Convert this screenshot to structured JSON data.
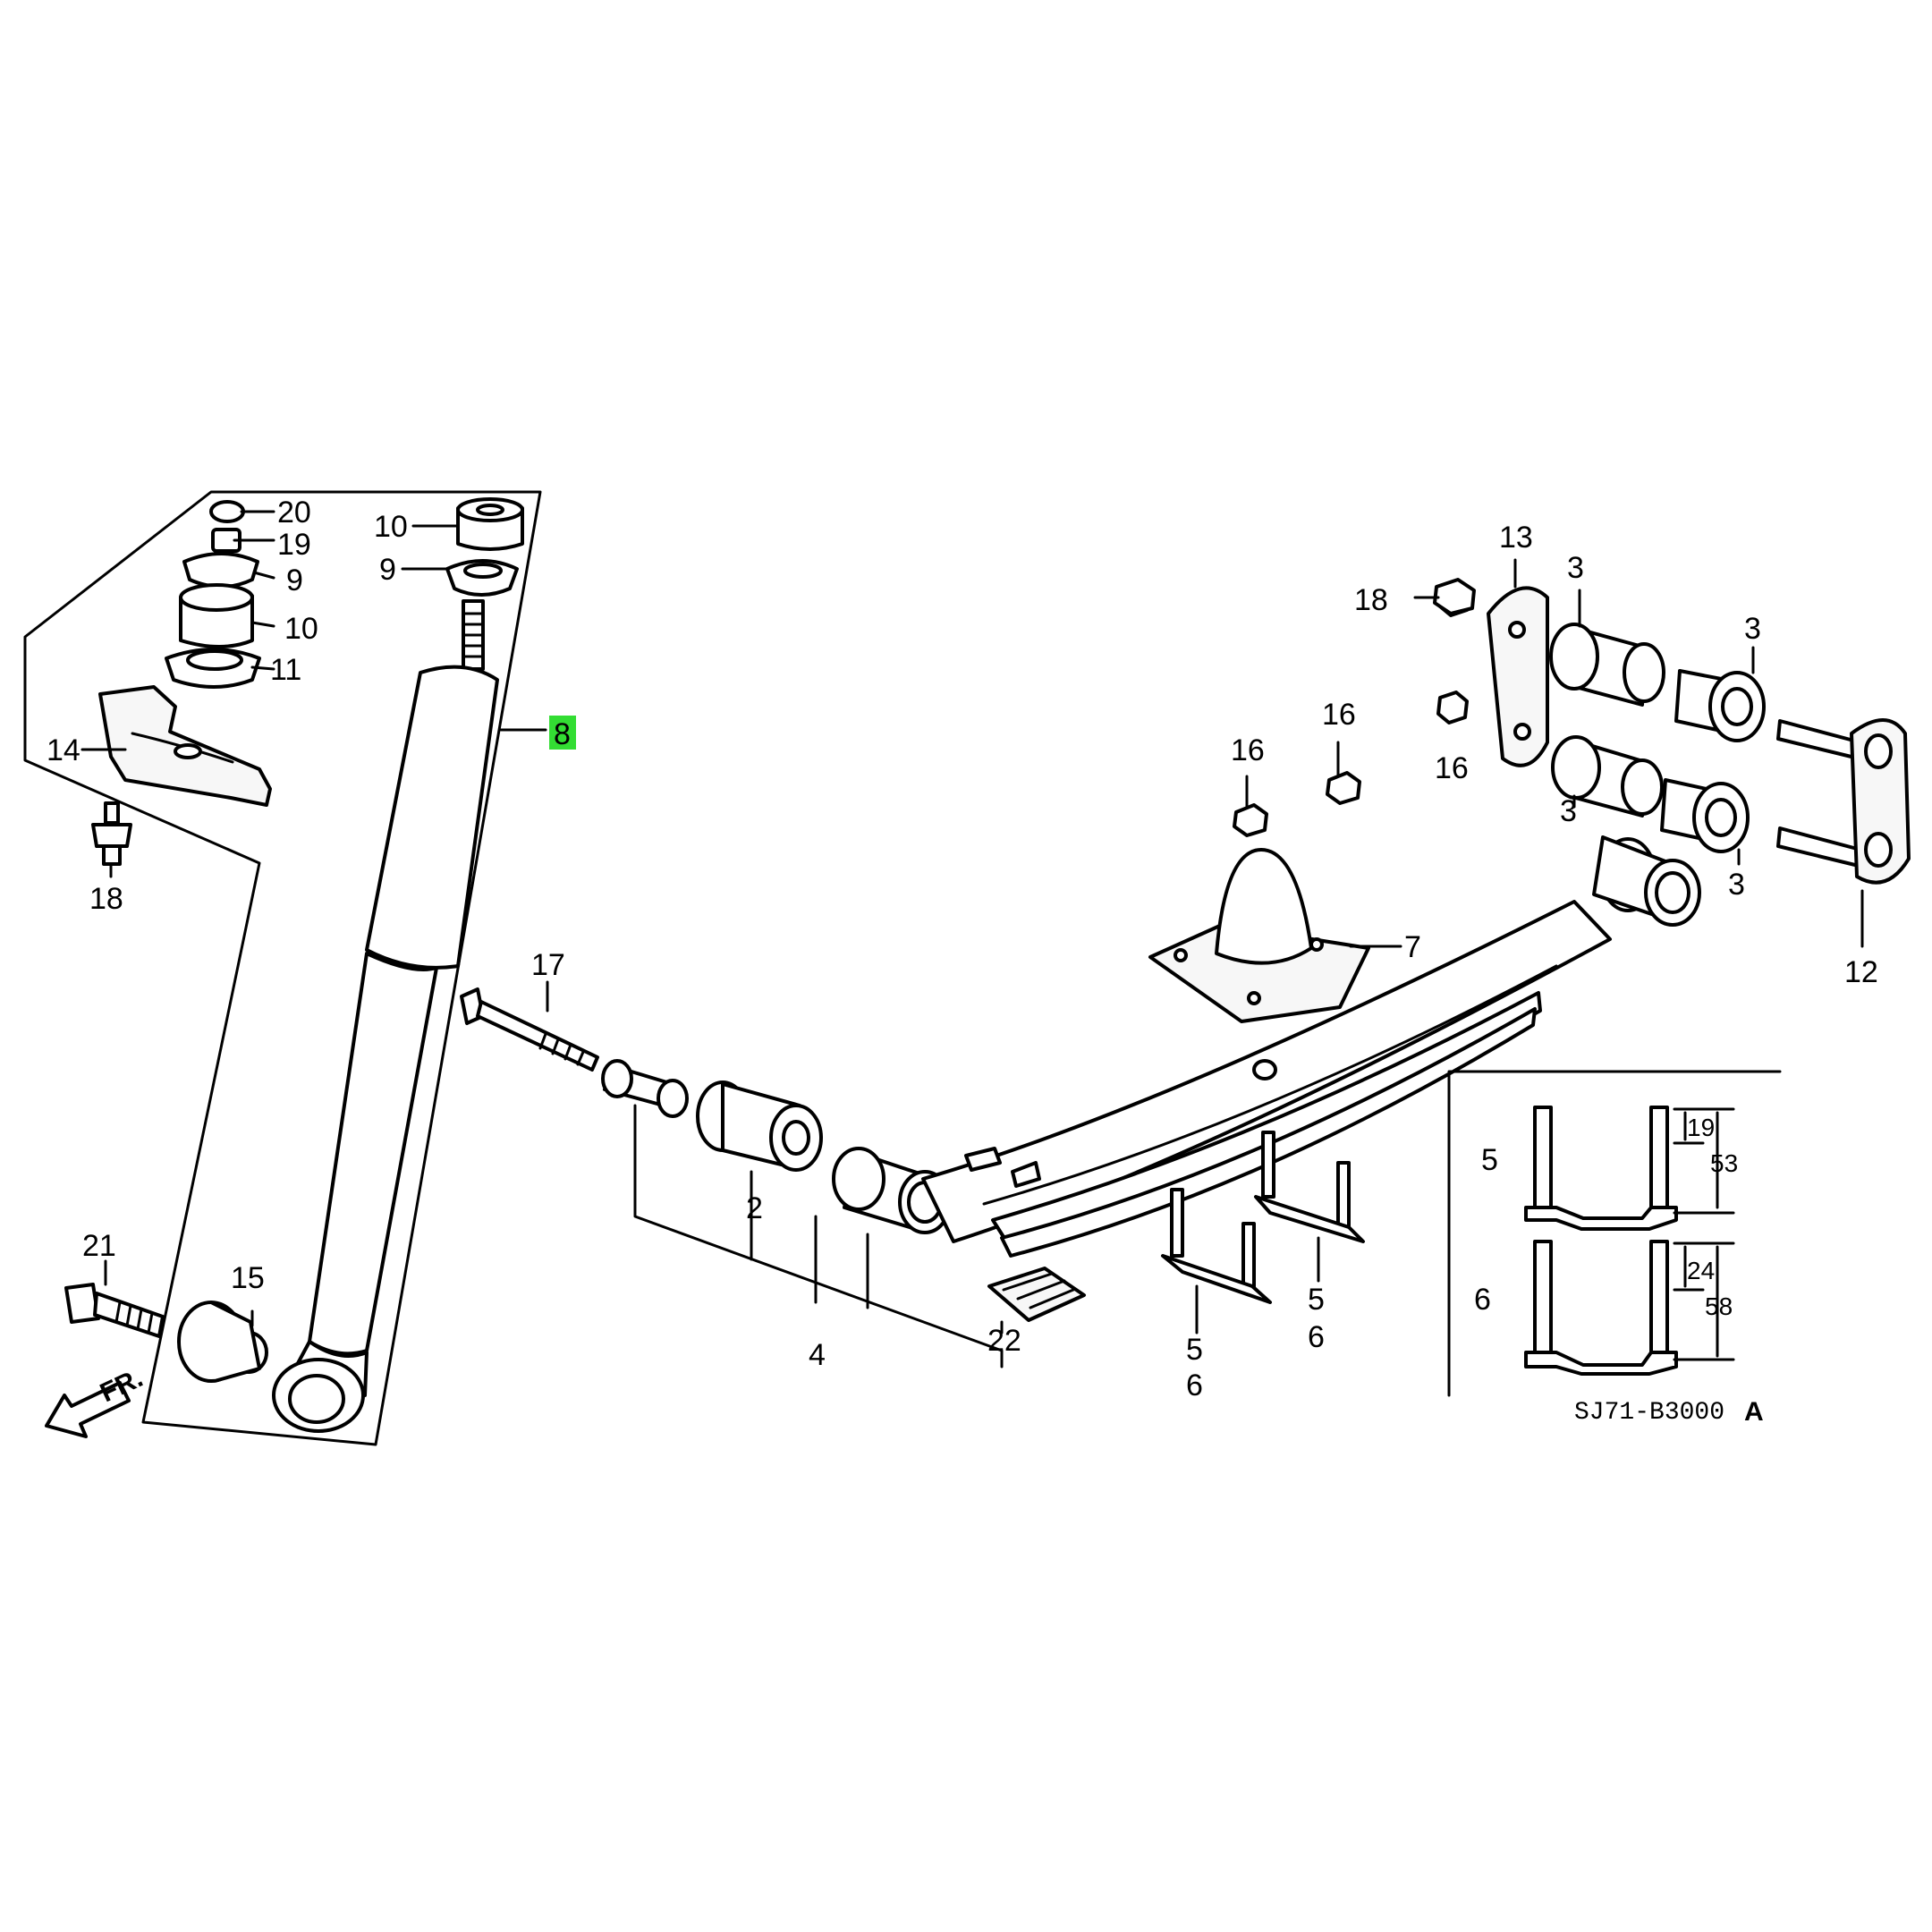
{
  "diagram": {
    "code": "SJ71-B3000",
    "revision": "A",
    "direction_label": "FR.",
    "highlight_color": "#33dd33",
    "highlighted_part": "8",
    "callouts": {
      "c20": "20",
      "c19": "19",
      "c9a": "9",
      "c10a": "10",
      "c11": "11",
      "c10b": "10",
      "c9b": "9",
      "c8": "8",
      "c14": "14",
      "c18a": "18",
      "c21": "21",
      "c15": "15",
      "c17": "17",
      "c2": "2",
      "c4": "4",
      "c22": "22",
      "c7": "7",
      "c16a": "16",
      "c16b": "16",
      "c16c": "16",
      "c18b": "18",
      "c13": "13",
      "c3a": "3",
      "c3b": "3",
      "c3c": "3",
      "c3d": "3",
      "c12": "12",
      "c5a": "5",
      "c6a": "6",
      "c5b": "5",
      "c6b": "6"
    },
    "inset": {
      "bolt5_label": "5",
      "bolt6_label": "6",
      "dim_19": "19",
      "dim_53": "53",
      "dim_24": "24",
      "dim_58": "58"
    }
  }
}
